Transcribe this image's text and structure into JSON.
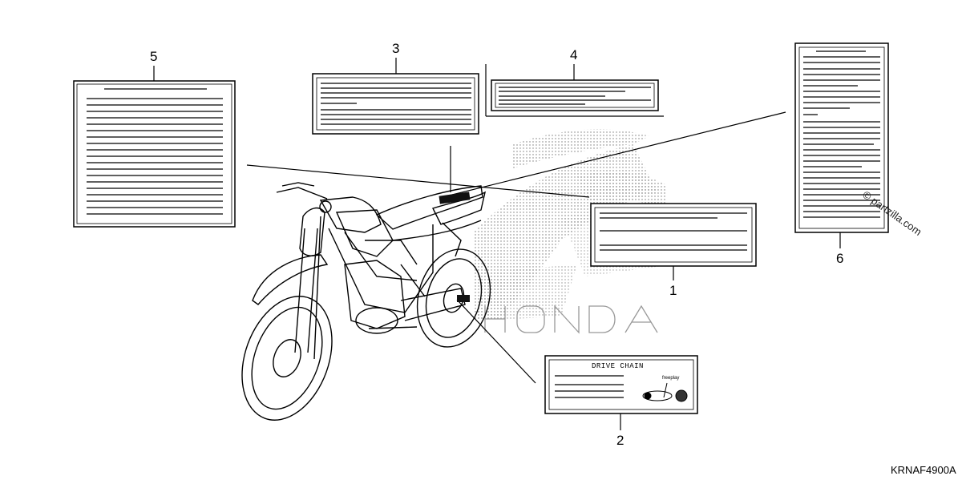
{
  "diagram": {
    "callouts": [
      "1",
      "2",
      "3",
      "4",
      "5",
      "6"
    ],
    "label_2_title": "DRIVE CHAIN",
    "label_2_small": "freeplay",
    "part_code": "KRNAF4900A",
    "watermark": "© partzilla.com"
  }
}
